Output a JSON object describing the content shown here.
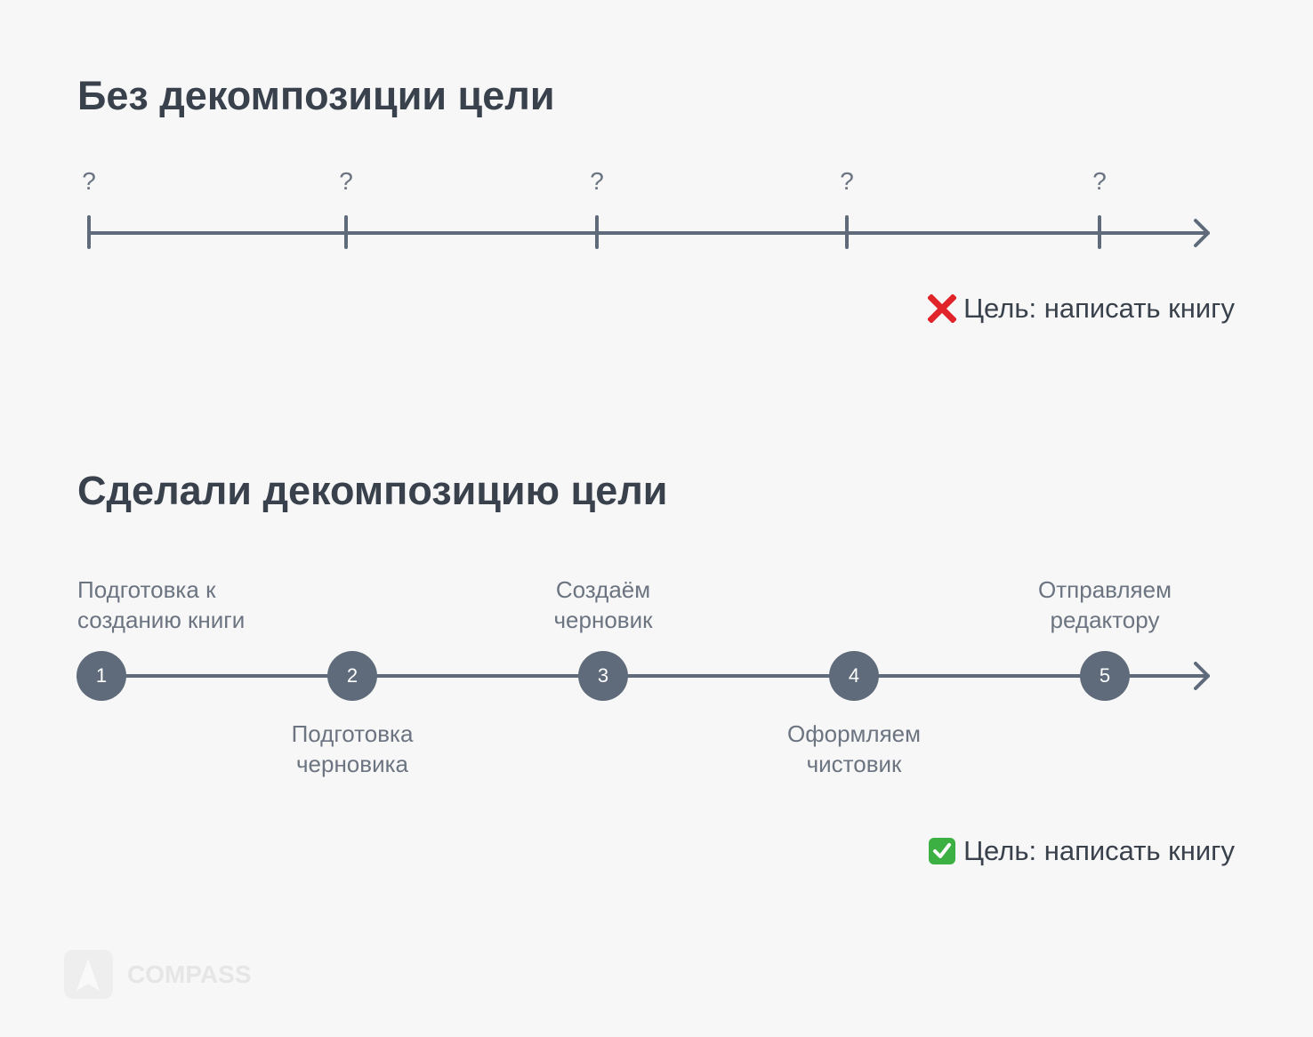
{
  "top": {
    "title": "Без декомпозиции цели",
    "markers": [
      "?",
      "?",
      "?",
      "?",
      "?"
    ],
    "goal": "Цель: написать книгу",
    "goal_icon": "cross-mark-icon"
  },
  "bottom": {
    "title": "Сделали декомпозицию цели",
    "steps": [
      {
        "num": "1",
        "l1": "Подготовка к",
        "l2": "созданию книги"
      },
      {
        "num": "2",
        "l1": "Подготовка",
        "l2": "черновика"
      },
      {
        "num": "3",
        "l1": "Создаём",
        "l2": "черновик"
      },
      {
        "num": "4",
        "l1": "Оформляем",
        "l2": "чистовик"
      },
      {
        "num": "5",
        "l1": "Отправляем",
        "l2": "редактору"
      }
    ],
    "goal": "Цель: написать книгу",
    "goal_icon": "check-mark-icon"
  },
  "logo": {
    "text": "COMPASS"
  },
  "colors": {
    "line": "#5f6b7a",
    "cross": "#e0242a",
    "check": "#3cb043"
  }
}
